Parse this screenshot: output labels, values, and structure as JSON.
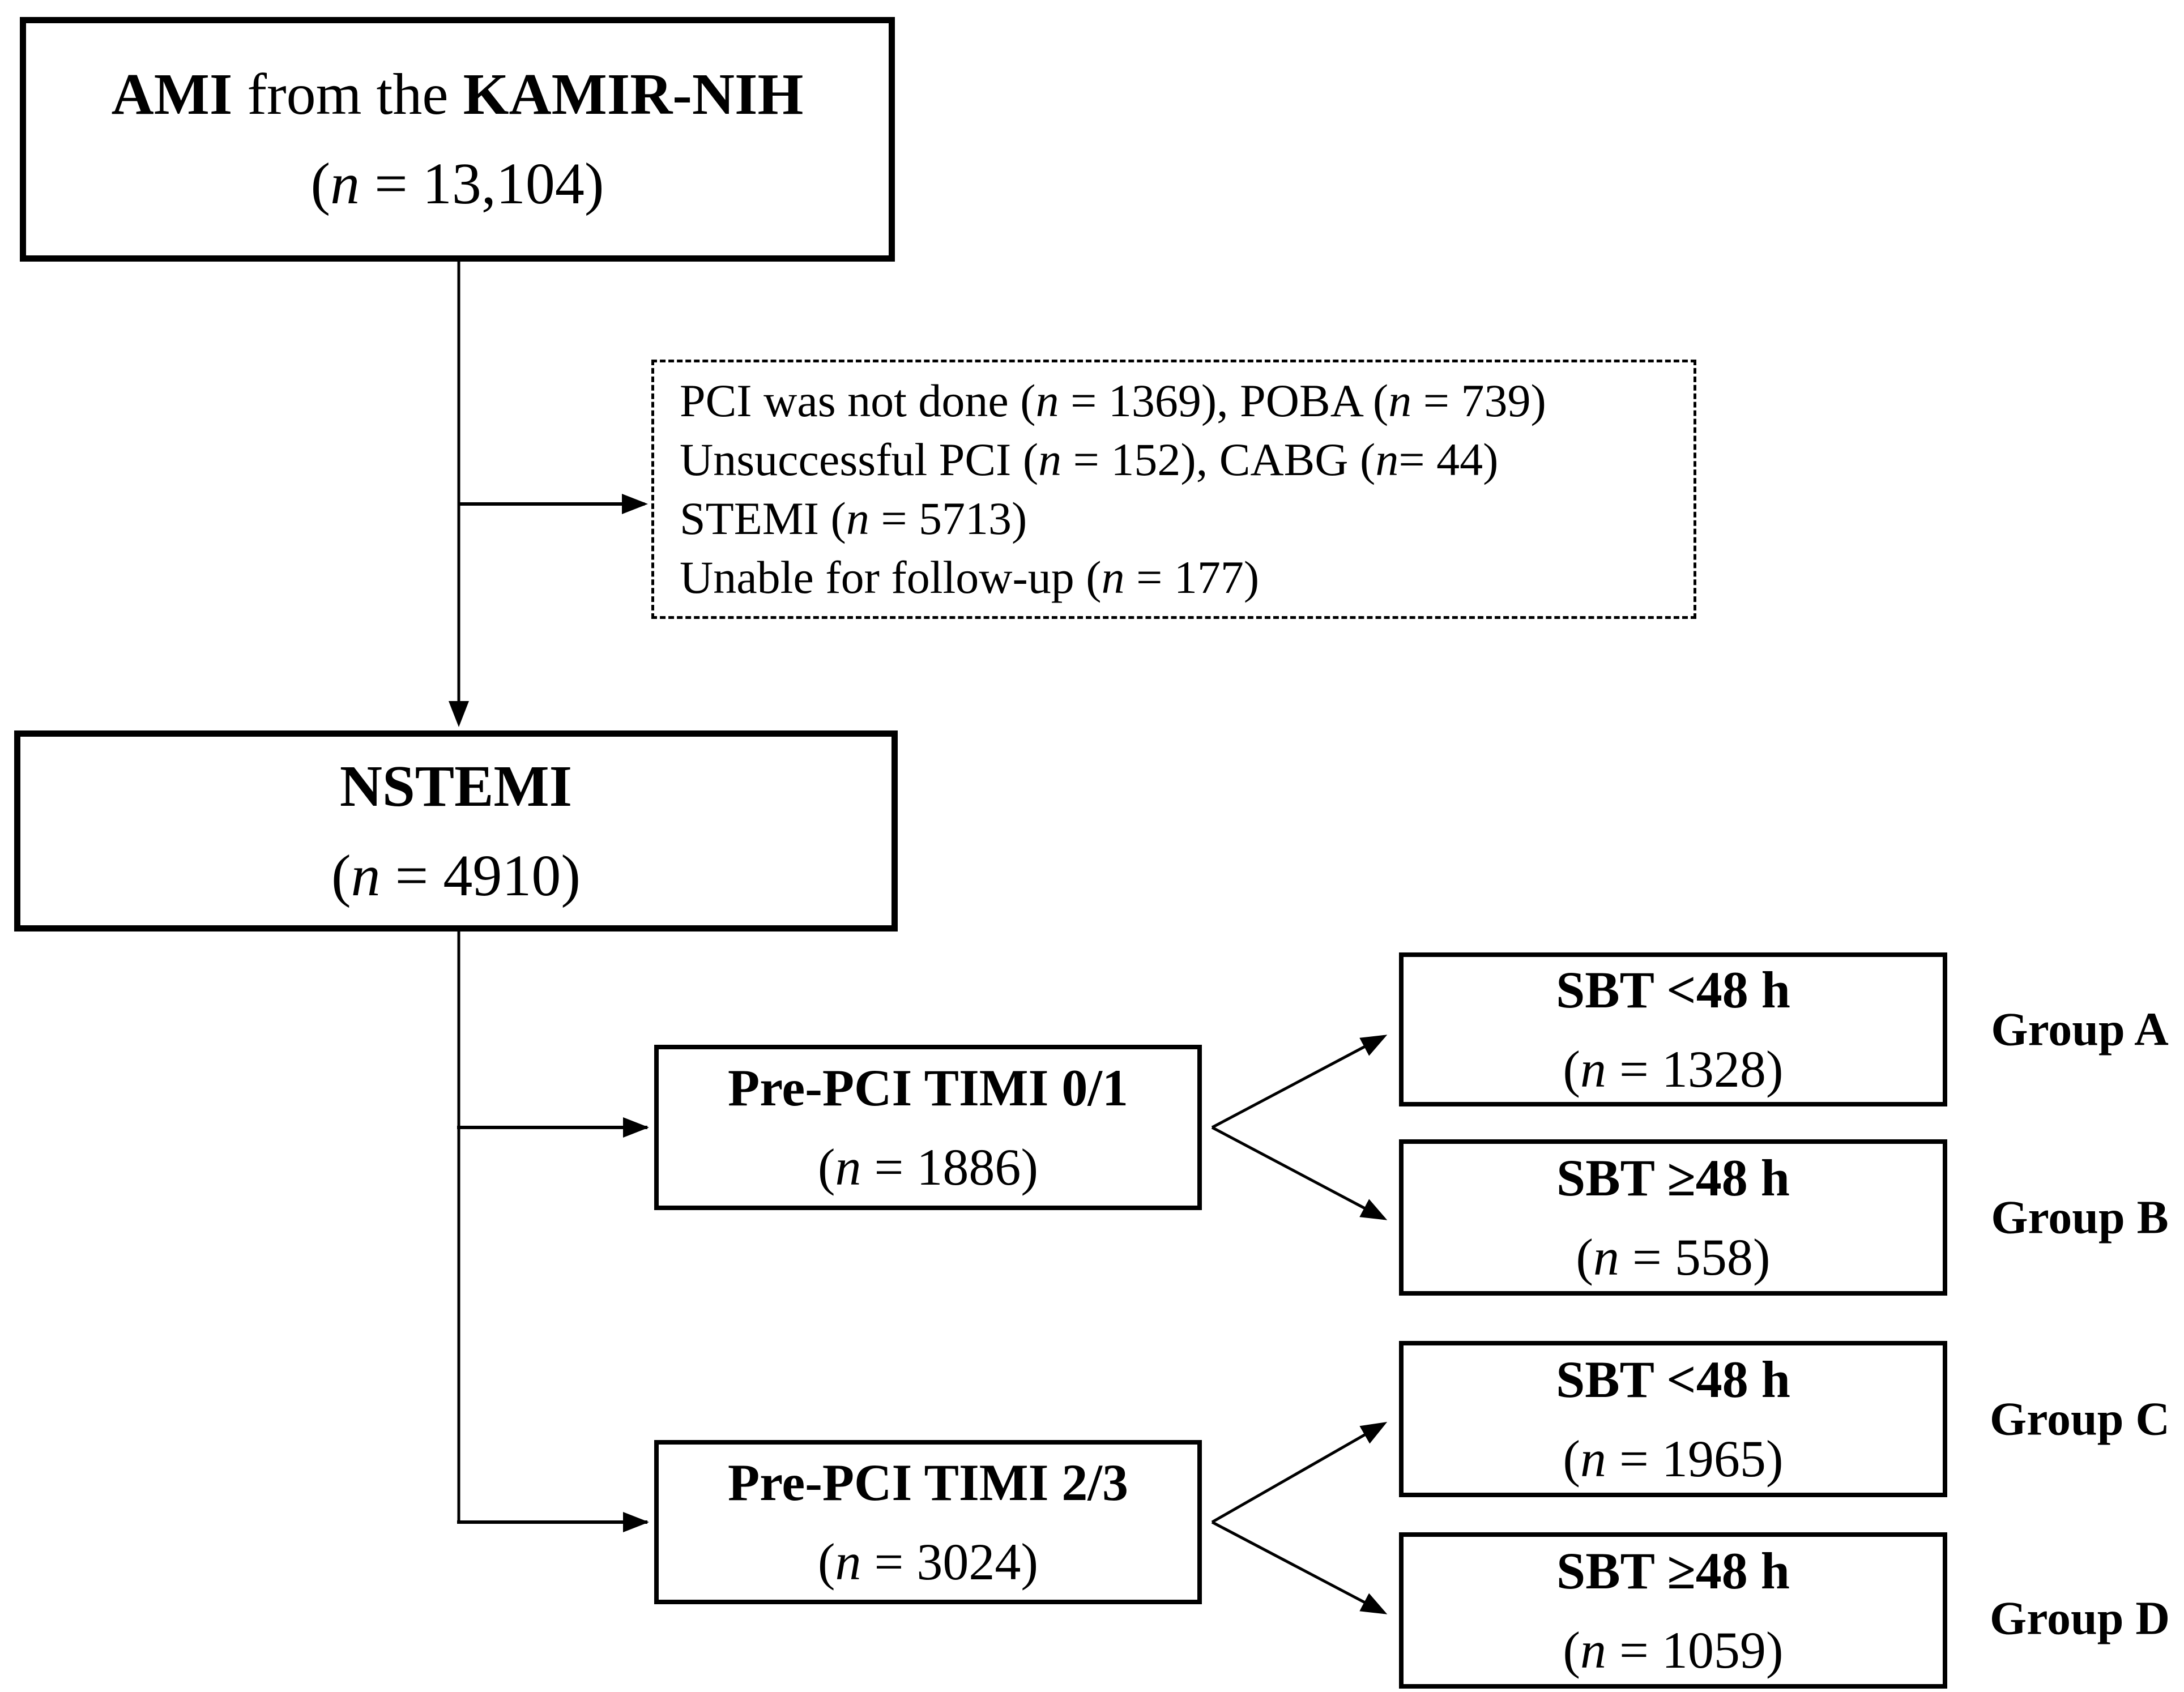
{
  "figure": {
    "background_color": "#ffffff",
    "line_color": "#000000",
    "nodes": {
      "ami": {
        "line1": [
          {
            "t": "AMI",
            "b": 1
          },
          {
            "t": " from the ",
            "b": 0
          },
          {
            "t": "KAMIR-NIH",
            "b": 1
          }
        ],
        "line2": [
          {
            "t": "("
          },
          {
            "t": "n",
            "i": 1
          },
          {
            "t": " = 13,104)"
          }
        ]
      },
      "nstemi": {
        "line1": [
          {
            "t": "NSTEMI",
            "b": 1
          }
        ],
        "line2": [
          {
            "t": "("
          },
          {
            "t": "n",
            "i": 1
          },
          {
            "t": " = 4910)"
          }
        ]
      },
      "timi01": {
        "line1": [
          {
            "t": "Pre-PCI TIMI 0/1",
            "b": 1
          }
        ],
        "line2": [
          {
            "t": "("
          },
          {
            "t": "n",
            "i": 1
          },
          {
            "t": " = 1886)"
          }
        ]
      },
      "timi23": {
        "line1": [
          {
            "t": "Pre-PCI TIMI 2/3",
            "b": 1
          }
        ],
        "line2": [
          {
            "t": "("
          },
          {
            "t": "n",
            "i": 1
          },
          {
            "t": " = 3024)"
          }
        ]
      },
      "sbt_a": {
        "line1": [
          {
            "t": "SBT <48 h",
            "b": 1
          }
        ],
        "line2": [
          {
            "t": "("
          },
          {
            "t": "n",
            "i": 1
          },
          {
            "t": " = 1328)"
          }
        ]
      },
      "sbt_b": {
        "line1": [
          {
            "t": "SBT ≥48 h",
            "b": 1
          }
        ],
        "line2": [
          {
            "t": "("
          },
          {
            "t": "n",
            "i": 1
          },
          {
            "t": " = 558)"
          }
        ]
      },
      "sbt_c": {
        "line1": [
          {
            "t": "SBT <48 h",
            "b": 1
          }
        ],
        "line2": [
          {
            "t": "("
          },
          {
            "t": "n",
            "i": 1
          },
          {
            "t": " = 1965)"
          }
        ]
      },
      "sbt_d": {
        "line1": [
          {
            "t": "SBT ≥48 h",
            "b": 1
          }
        ],
        "line2": [
          {
            "t": "("
          },
          {
            "t": "n",
            "i": 1
          },
          {
            "t": " = 1059)"
          }
        ]
      }
    },
    "exclusion": {
      "lines": [
        [
          {
            "t": "PCI was not done ("
          },
          {
            "t": "n",
            "i": 1
          },
          {
            "t": " = 1369), POBA ("
          },
          {
            "t": "n",
            "i": 1
          },
          {
            "t": " = 739)"
          }
        ],
        [
          {
            "t": "Unsuccessful PCI ("
          },
          {
            "t": "n",
            "i": 1
          },
          {
            "t": " = 152), CABG ("
          },
          {
            "t": "n",
            "i": 1
          },
          {
            "t": "= 44)"
          }
        ],
        [
          {
            "t": "STEMI ("
          },
          {
            "t": "n",
            "i": 1
          },
          {
            "t": " = 5713)"
          }
        ],
        [
          {
            "t": "Unable for follow-up ("
          },
          {
            "t": "n",
            "i": 1
          },
          {
            "t": " = 177)"
          }
        ]
      ]
    },
    "group_labels": {
      "a": "Group A",
      "b": "Group B",
      "c": "Group C",
      "d": "Group D"
    }
  }
}
